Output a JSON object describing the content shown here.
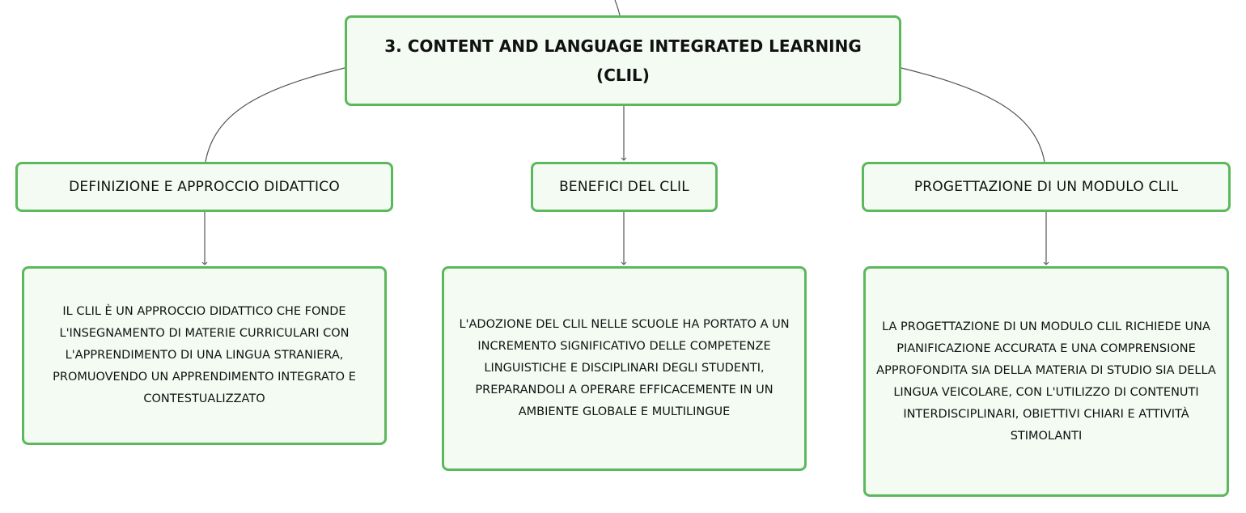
{
  "root": {
    "title": "3. CONTENT AND LANGUAGE INTEGRATED LEARNING (CLIL)"
  },
  "branches": [
    {
      "label": "DEFINIZIONE E APPROCCIO DIDATTICO",
      "detail": "IL CLIL È UN APPROCCIO DIDATTICO CHE FONDE L'INSEGNAMENTO DI MATERIE CURRICULARI CON L'APPRENDIMENTO DI UNA LINGUA STRANIERA, PROMUOVENDO UN APPRENDIMENTO INTEGRATO E CONTESTUALIZZATO"
    },
    {
      "label": "BENEFICI DEL CLIL",
      "detail": "L'ADOZIONE DEL CLIL NELLE SCUOLE HA PORTATO A UN INCREMENTO SIGNIFICATIVO DELLE COMPETENZE LINGUISTICHE E DISCIPLINARI DEGLI STUDENTI, PREPARANDOLI A OPERARE EFFICACEMENTE IN UN AMBIENTE GLOBALE E MULTILINGUE"
    },
    {
      "label": "PROGETTAZIONE DI UN MODULO CLIL",
      "detail": "LA PROGETTAZIONE DI UN MODULO CLIL RICHIEDE UNA PIANIFICAZIONE ACCURATA E UNA COMPRENSIONE APPROFONDITA SIA DELLA MATERIA DI STUDIO SIA DELLA LINGUA VEICOLARE, CON L'UTILIZZO DI CONTENUTI INTERDISCIPLINARI, OBIETTIVI CHIARI E ATTIVITÀ STIMOLANTI"
    }
  ],
  "colors": {
    "node_border": "#5cb85c",
    "node_fill": "#f3fbf3",
    "connector": "#555555"
  }
}
